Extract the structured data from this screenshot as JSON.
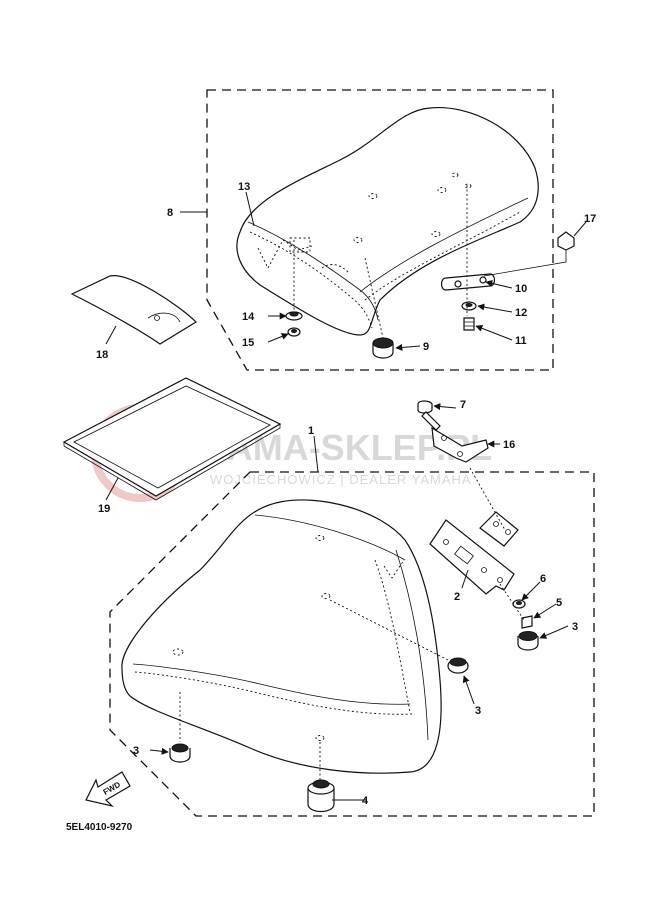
{
  "diagram_code": "5EL4010-9270",
  "watermark": {
    "main": "YAMA-SKLEP.PL",
    "sub": "WOJCIECHOWICZ | DEALER YAMAHA"
  },
  "fwd_label": "FWD",
  "callouts": {
    "c1": "1",
    "c2": "2",
    "c3a": "3",
    "c3b": "3",
    "c3c": "3",
    "c4": "4",
    "c5": "5",
    "c6": "6",
    "c7": "7",
    "c8": "8",
    "c9": "9",
    "c10": "10",
    "c11": "11",
    "c12": "12",
    "c13": "13",
    "c14": "14",
    "c15": "15",
    "c16": "16",
    "c17": "17",
    "c18": "18",
    "c19": "19"
  }
}
